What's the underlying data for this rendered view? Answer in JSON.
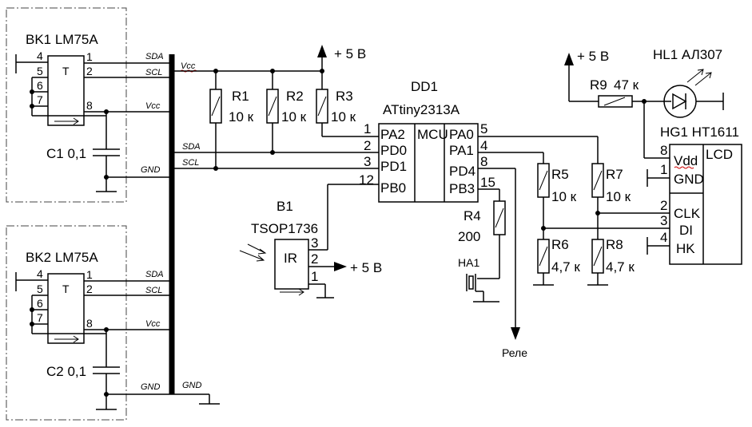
{
  "sensor1": {
    "name": "BK1 LM75A",
    "block": "T",
    "cap": "C1 0,1",
    "pins": [
      "4",
      "5",
      "6",
      "7",
      "1",
      "2",
      "8"
    ],
    "bus_labels": [
      "SDA",
      "SCL",
      "Vcc",
      "Vcc",
      "SDA",
      "SCL",
      "GND"
    ]
  },
  "sensor2": {
    "name": "BK2 LM75A",
    "block": "T",
    "cap": "C2 0,1",
    "pins": [
      "4",
      "5",
      "6",
      "7",
      "1",
      "2",
      "8"
    ],
    "bus_labels": [
      "SDA",
      "SCL",
      "Vcc",
      "GND",
      "GND"
    ]
  },
  "power": {
    "supply": "+ 5 B"
  },
  "pullups": [
    {
      "ref": "R1",
      "value": "10 к"
    },
    {
      "ref": "R2",
      "value": "10 к"
    },
    {
      "ref": "R3",
      "value": "10 к"
    }
  ],
  "mcu": {
    "ref": "DD1",
    "part": "ATtiny2313A",
    "core": "MCU",
    "left_pins": [
      {
        "num": "1",
        "name": "PA2"
      },
      {
        "num": "2",
        "name": "PD0"
      },
      {
        "num": "3",
        "name": "PD1"
      },
      {
        "num": "12",
        "name": "PB0"
      }
    ],
    "right_pins": [
      {
        "num": "5",
        "name": "PA0"
      },
      {
        "num": "4",
        "name": "PA1"
      },
      {
        "num": "8",
        "name": "PD4"
      },
      {
        "num": "15",
        "name": "PB3"
      }
    ]
  },
  "ir": {
    "ref": "B1",
    "part": "TSOP1736",
    "block": "IR",
    "pins": [
      "3",
      "2",
      "1"
    ]
  },
  "r4": {
    "ref": "R4",
    "value": "200"
  },
  "buzzer": {
    "ref": "HA1"
  },
  "relay": {
    "label": "Реле"
  },
  "divider": [
    {
      "ref": "R5",
      "value": "10 к"
    },
    {
      "ref": "R6",
      "value": "4,7 к"
    },
    {
      "ref": "R7",
      "value": "10 к"
    },
    {
      "ref": "R8",
      "value": "4,7 к"
    }
  ],
  "r9": {
    "ref": "R9",
    "value": "47 к"
  },
  "led": {
    "ref": "HL1 АЛ307"
  },
  "lcd": {
    "ref": "HG1 HT1611",
    "title": "LCD",
    "pins": [
      {
        "num": "8",
        "name": "Vdd"
      },
      {
        "num": "1",
        "name": "GND"
      },
      {
        "num": "2",
        "name": "CLK"
      },
      {
        "num": "3",
        "name": "DI"
      },
      {
        "num": "4",
        "name": "HK"
      }
    ]
  }
}
